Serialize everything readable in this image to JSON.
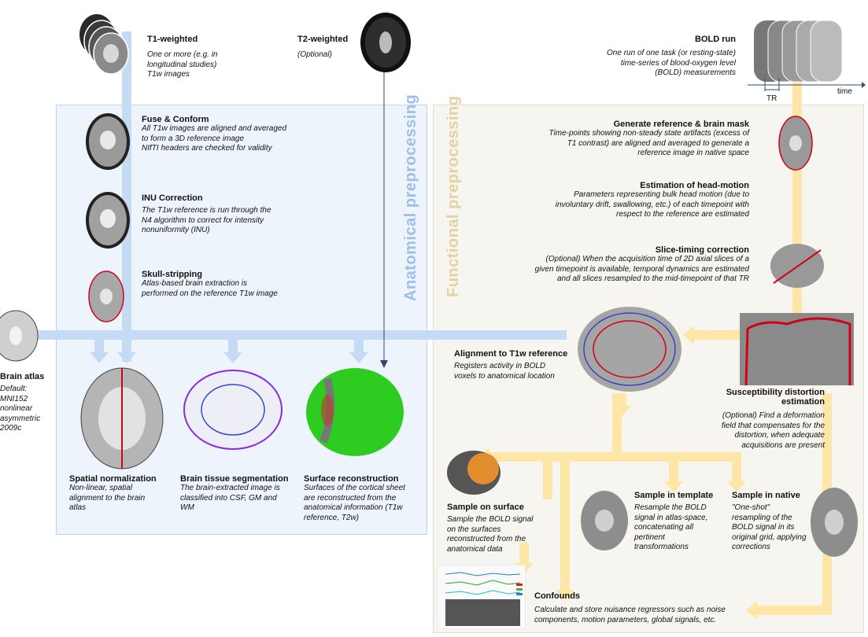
{
  "anatomical": {
    "panel_label": "Anatomical preprocessing",
    "t1": {
      "title": "T1-weighted",
      "desc": [
        "One or more (e.g. in",
        "longitudinal studies)",
        "T1w images"
      ]
    },
    "t2": {
      "title": "T2-weighted",
      "desc": [
        "(Optional)"
      ]
    },
    "fuse": {
      "title": "Fuse & Conform",
      "desc": [
        "All T1w images are aligned and averaged",
        "to form a 3D reference image",
        "NIfTI headers are checked for validity"
      ]
    },
    "inu": {
      "title": "INU Correction",
      "desc": [
        "The T1w reference is run through the",
        "N4 algorithm to correct for intensity",
        "nonuniformity (INU)"
      ]
    },
    "skull": {
      "title": "Skull-stripping",
      "desc": [
        "Atlas-based brain extraction is",
        "performed on the reference T1w image"
      ]
    },
    "atlas": {
      "title": "Brain atlas",
      "desc": [
        "Default:",
        "MNI152",
        "nonlinear",
        "asymmetric",
        "2009c"
      ]
    },
    "spatial": {
      "title": "Spatial normalization",
      "desc": [
        "Non-linear, spatial",
        "alignment to the brain",
        "atlas"
      ]
    },
    "tissue": {
      "title": "Brain tissue segmentation",
      "desc": [
        "The brain-extracted image is",
        "classified into CSF, GM and",
        "WM"
      ]
    },
    "surface": {
      "title": "Surface reconstruction",
      "desc": [
        "Surfaces of the cortical sheet",
        "are reconstructed from the",
        "anatomical information (T1w",
        "reference, T2w)"
      ]
    }
  },
  "functional": {
    "panel_label": "Functional preprocessing",
    "bold": {
      "title": "BOLD run",
      "desc": [
        "One run of one task (or resting-state)",
        "time-series of blood-oxygen level",
        "(BOLD) measurements"
      ],
      "tr_label": "TR",
      "time_label": "time"
    },
    "ref": {
      "title": "Generate reference & brain mask",
      "desc": [
        "Time-points showing non-steady state artifacts (excess of",
        "T1 contrast) are aligned and averaged to generate a",
        "reference image in native space"
      ]
    },
    "motion": {
      "title": "Estimation of head-motion",
      "desc": [
        "Parameters representing bulk head motion (due to",
        "involuntary drift, swallowing, etc.) of each timepoint with",
        "respect to the reference are estimated"
      ]
    },
    "slice": {
      "title": "Slice-timing correction",
      "desc": [
        "(Optional) When the acquisition time of 2D axial slices of a",
        "given timepoint is available, temporal dynamics are estimated",
        "and all slices resampled to the mid-timepoint of that TR"
      ]
    },
    "align": {
      "title": "Alignment to T1w reference",
      "desc": [
        "Registers activity in BOLD",
        "voxels to anatomical location"
      ]
    },
    "sdc": {
      "title": [
        "Susceptibility distortion",
        "estimation"
      ],
      "desc": [
        "(Optional) Find a deformation",
        "field that compensates for the",
        "distortion, when adequate",
        "acquisitions are present"
      ]
    },
    "surf": {
      "title": "Sample on surface",
      "desc": [
        "Sample the BOLD signal",
        "on the surfaces",
        "reconstructed from the",
        "anatomical data"
      ]
    },
    "template": {
      "title": "Sample in template",
      "desc": [
        "Resample the BOLD",
        "signal in atlas-space,",
        "concatenating all",
        "pertinent",
        "transformations"
      ]
    },
    "native": {
      "title": "Sample in native",
      "desc": [
        "\"One-shot\"",
        "resampling of the",
        "BOLD signal in its",
        "original grid, applying",
        "corrections"
      ]
    },
    "confounds": {
      "title": "Confounds",
      "desc": [
        "Calculate and store nuisance regressors such as noise",
        "components, motion parameters, global signals, etc."
      ]
    }
  },
  "colors": {
    "anat_flow": "#c5dbf5",
    "func_flow": "#fde6a6",
    "anat_label": "#9dbfe8",
    "func_label": "#e3d3a0",
    "mask_red": "#d0021b"
  }
}
